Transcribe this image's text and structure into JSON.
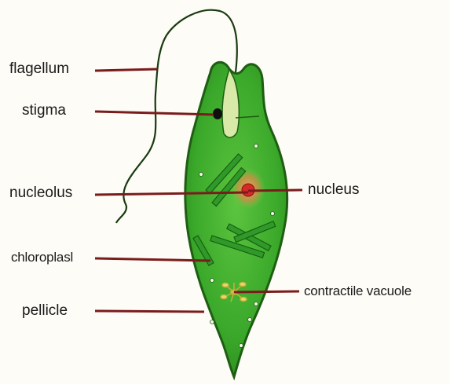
{
  "labels": {
    "flagellum": "flagellum",
    "stigma": "stigma",
    "nucleolus": "nucleolus",
    "nucleus": "nucleus",
    "chloroplast": "chloroplasl",
    "contractile_vacuole": "contractile vacuole",
    "pellicle": "pellicle"
  },
  "colors": {
    "leader_line": "#7a1c1c",
    "cell_body": "#3aa82a",
    "cell_outline": "#1e5e12",
    "chloroplast": "#2f9a2a",
    "nucleus": "#d42a2a",
    "nucleolus_halo": "#e07a3a"
  }
}
